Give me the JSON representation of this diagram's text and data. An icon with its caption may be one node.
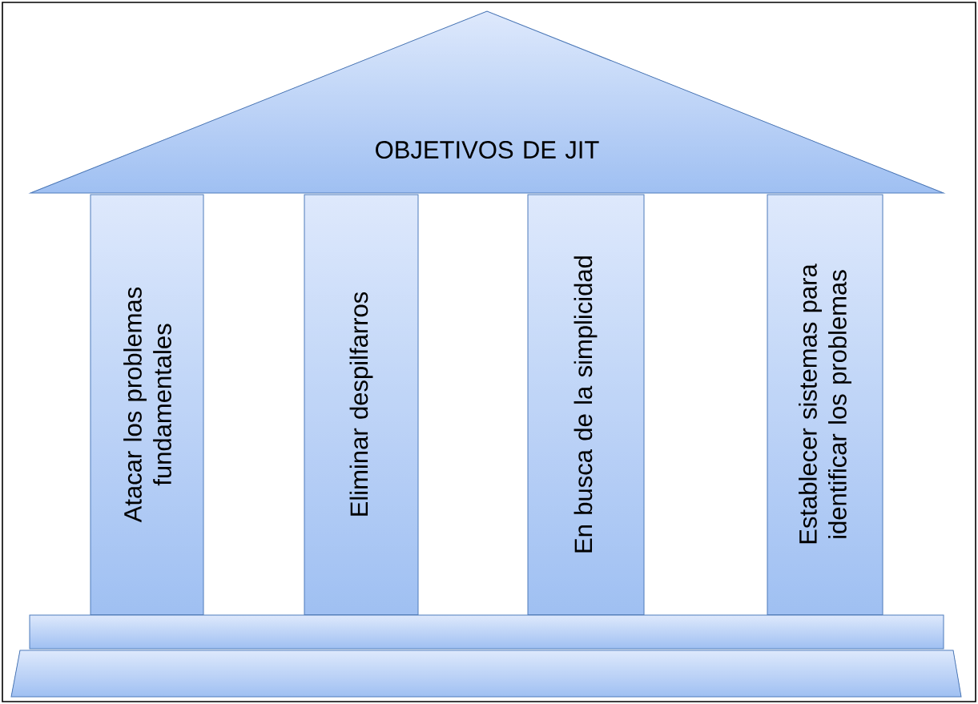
{
  "diagram": {
    "nodes": [
      {
        "text": [
          "OBJETIVOS DE JIT"
        ]
      },
      {
        "text": [
          "Atacar los problemas fundamentales"
        ]
      },
      {
        "text": [
          "Eliminar despilfarros"
        ]
      },
      {
        "text": [
          "En busca de la simplicidad"
        ]
      },
      {
        "text": [
          "Establecer sistemas para identificar los problemas"
        ]
      },
      {
        "text": [],
        "shape": "bar"
      },
      {
        "text": [],
        "shape": "bar"
      }
    ]
  }
}
